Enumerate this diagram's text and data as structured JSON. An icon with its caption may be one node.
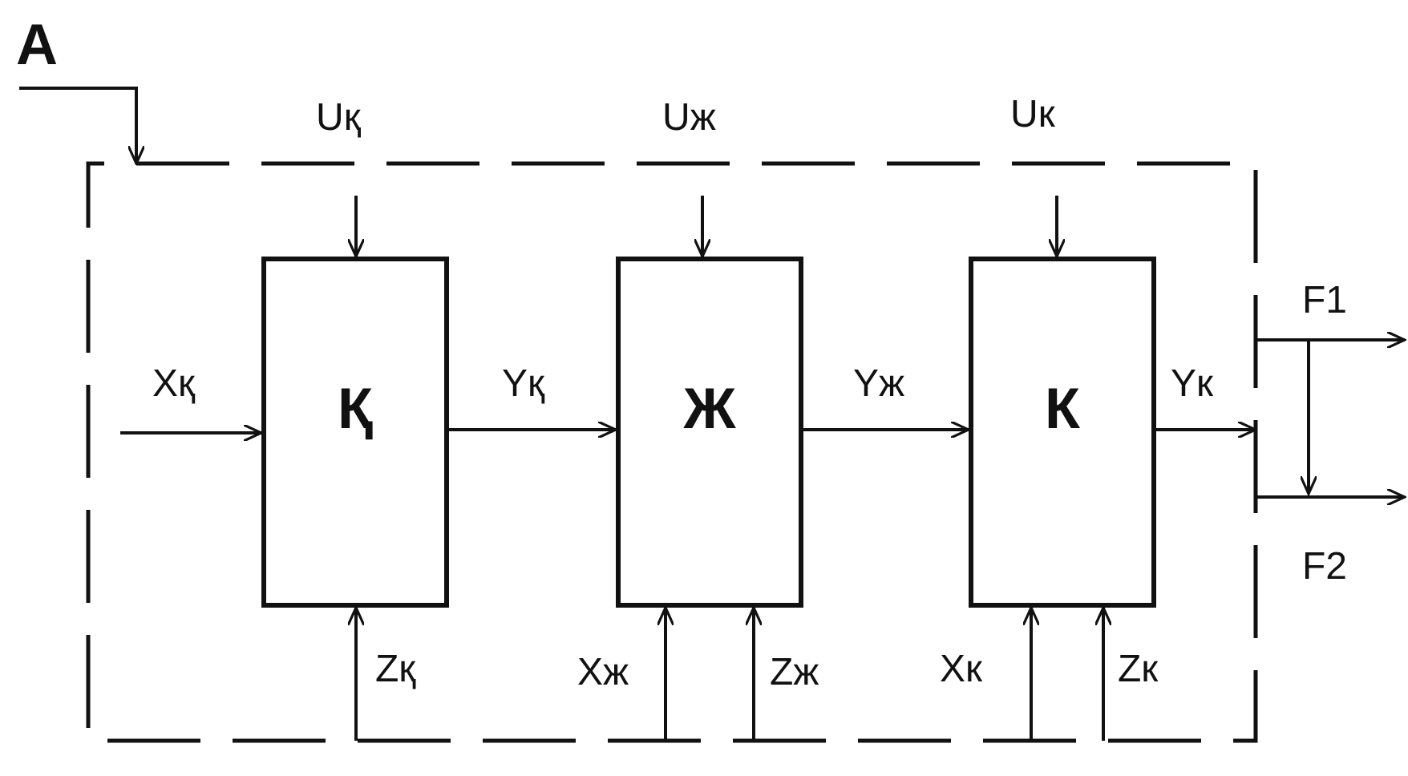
{
  "diagram": {
    "nodes": [
      {
        "text": [
          "A"
        ]
      },
      {
        "text": [],
        "shape": "box"
      },
      {
        "text": [
          "Қ"
        ],
        "in": 1
      },
      {
        "text": [
          "Ж"
        ],
        "in": 1
      },
      {
        "text": [
          "К"
        ],
        "in": 1
      }
    ],
    "edges": [
      {
        "from": 0,
        "to": 1,
        "arrow": "to"
      },
      {
        "from": null,
        "to": 2,
        "arrow": "to",
        "label": "Uқ"
      },
      {
        "from": null,
        "to": 3,
        "arrow": "to",
        "label": "Uж"
      },
      {
        "from": null,
        "to": 4,
        "arrow": "to",
        "label": "Uк"
      },
      {
        "from": null,
        "to": 2,
        "arrow": "to",
        "label": "Xқ"
      },
      {
        "from": 2,
        "to": 3,
        "arrow": "to",
        "label": "Yқ"
      },
      {
        "from": 3,
        "to": 4,
        "arrow": "to",
        "label": "Yж"
      },
      {
        "from": 4,
        "to": 1,
        "arrow": "to",
        "label": "Yк"
      },
      {
        "from": null,
        "to": 2,
        "arrow": "to",
        "label": "Zқ"
      },
      {
        "from": null,
        "to": 3,
        "arrow": "to",
        "label": "Xж"
      },
      {
        "from": null,
        "to": 3,
        "arrow": "to",
        "label": "Zж"
      },
      {
        "from": null,
        "to": 4,
        "arrow": "to",
        "label": "Xк"
      },
      {
        "from": null,
        "to": 4,
        "arrow": "to",
        "label": "Zк"
      },
      {
        "from": 1,
        "to": null,
        "arrow": "to",
        "label": "F1"
      },
      {
        "from": 1,
        "to": null,
        "arrow": "to",
        "label": "F2"
      }
    ]
  }
}
